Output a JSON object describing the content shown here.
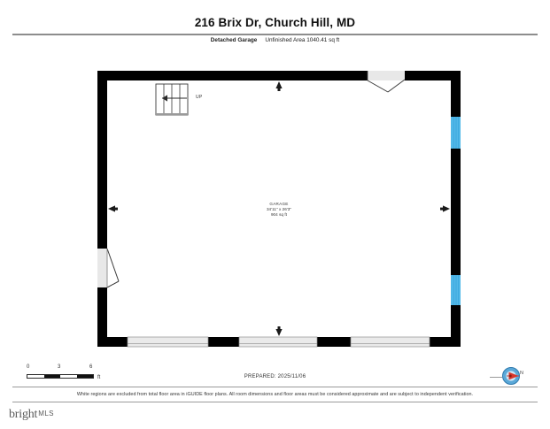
{
  "header": {
    "title": "216 Brix Dr, Church Hill, MD",
    "level_label": "Detached Garage",
    "area_label": "Unfinished Area 1040.41 sq ft"
  },
  "plan": {
    "rooms": [
      {
        "name": "GARAGE",
        "dimensions": "34'11\" x 26'3\"",
        "area": "904 sq ft"
      }
    ],
    "stairs": {
      "direction_label": "UP"
    },
    "colors": {
      "wall": "#000000",
      "window": "#52b8e8",
      "door_fill": "#e8e8e8",
      "garage_door": "#e9e9e9",
      "floor": "#ffffff"
    }
  },
  "scale": {
    "ticks": [
      "0",
      "3",
      "6"
    ],
    "unit": "ft"
  },
  "compass": {
    "label": "N"
  },
  "footer": {
    "prepared": "PREPARED: 2025/11/06",
    "disclaimer": "White regions are excluded from total floor area in iGUIDE floor plans. All room dimensions and floor areas must be considered approximate and are subject to independent verification.",
    "logo_main": "bright",
    "logo_suffix": "MLS"
  }
}
